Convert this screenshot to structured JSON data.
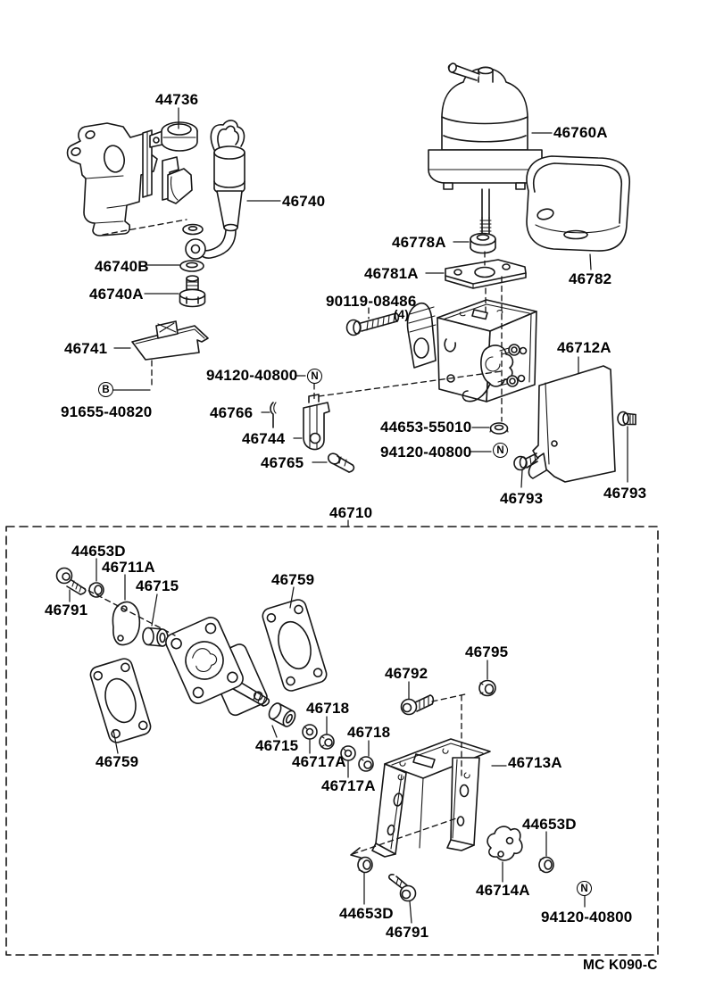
{
  "diagram": {
    "assembly_number": "46710",
    "figure_code": "MC K090-C"
  },
  "markers": {
    "b": "B",
    "n": "N"
  },
  "parts": {
    "p44736": "44736",
    "p46740": "46740",
    "p46740b": "46740B",
    "p46740a": "46740A",
    "p46741": "46741",
    "p91655_40820": "91655-40820",
    "p94120_40800": "94120-40800",
    "p46766": "46766",
    "p46744": "46744",
    "p46765": "46765",
    "p46760a": "46760A",
    "p46778a": "46778A",
    "p46781a": "46781A",
    "p90119_08486": "90119-08486",
    "p90119_qty": "(4)",
    "p46712a": "46712A",
    "p44653_55010": "44653-55010",
    "p46793": "46793",
    "p46782": "46782",
    "p44653d": "44653D",
    "p46711a": "46711A",
    "p46715": "46715",
    "p46759": "46759",
    "p46791": "46791",
    "p46718": "46718",
    "p46717a": "46717A",
    "p46792": "46792",
    "p46795": "46795",
    "p46713a": "46713A",
    "p46714a": "46714A"
  }
}
